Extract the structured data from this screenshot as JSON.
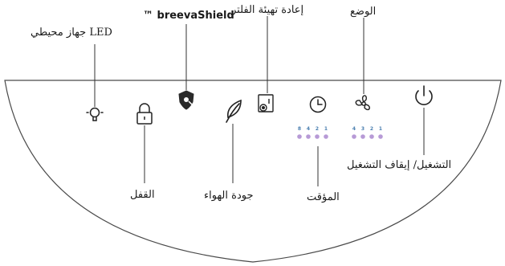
{
  "labels": {
    "ambient_light": "جهاز محيطي LED",
    "breevashield": "™ breevaShield",
    "filter_reset": "إعادة تهيئة الفلتر",
    "mode": "الوضع",
    "lock": "القفل",
    "air_quality": "جودة الهواء",
    "timer": "المؤقت",
    "power": "التشغيل/ إيقاف التشغيل"
  },
  "timer_indicators": [
    "8",
    "4",
    "2",
    "1"
  ],
  "fan_speed_indicators": [
    "4",
    "3",
    "2",
    "1"
  ],
  "colors": {
    "outline": "#4a4a4a",
    "icon": "#222222",
    "leader_line": "#333333",
    "indicator_dot": "#b79ad6",
    "indicator_text": "#4a7fb0"
  }
}
